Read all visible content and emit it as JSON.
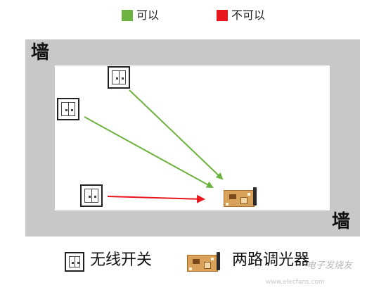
{
  "legend_top": {
    "ok": {
      "label": "可以",
      "color": "#6db33f"
    },
    "not_ok": {
      "label": "不可以",
      "color": "#e8161d"
    }
  },
  "walls": {
    "label_top_left": "墙",
    "label_bottom_right": "墙"
  },
  "legend_bottom": {
    "switch_label": "无线开关",
    "dimmer_label": "两路调光器"
  },
  "watermark": {
    "text": "电子发烧友",
    "url": "www.elecfans.com"
  },
  "colors": {
    "wall": "#c8c8c8",
    "arrow_ok": "#6db33f",
    "arrow_not_ok": "#e8161d"
  }
}
